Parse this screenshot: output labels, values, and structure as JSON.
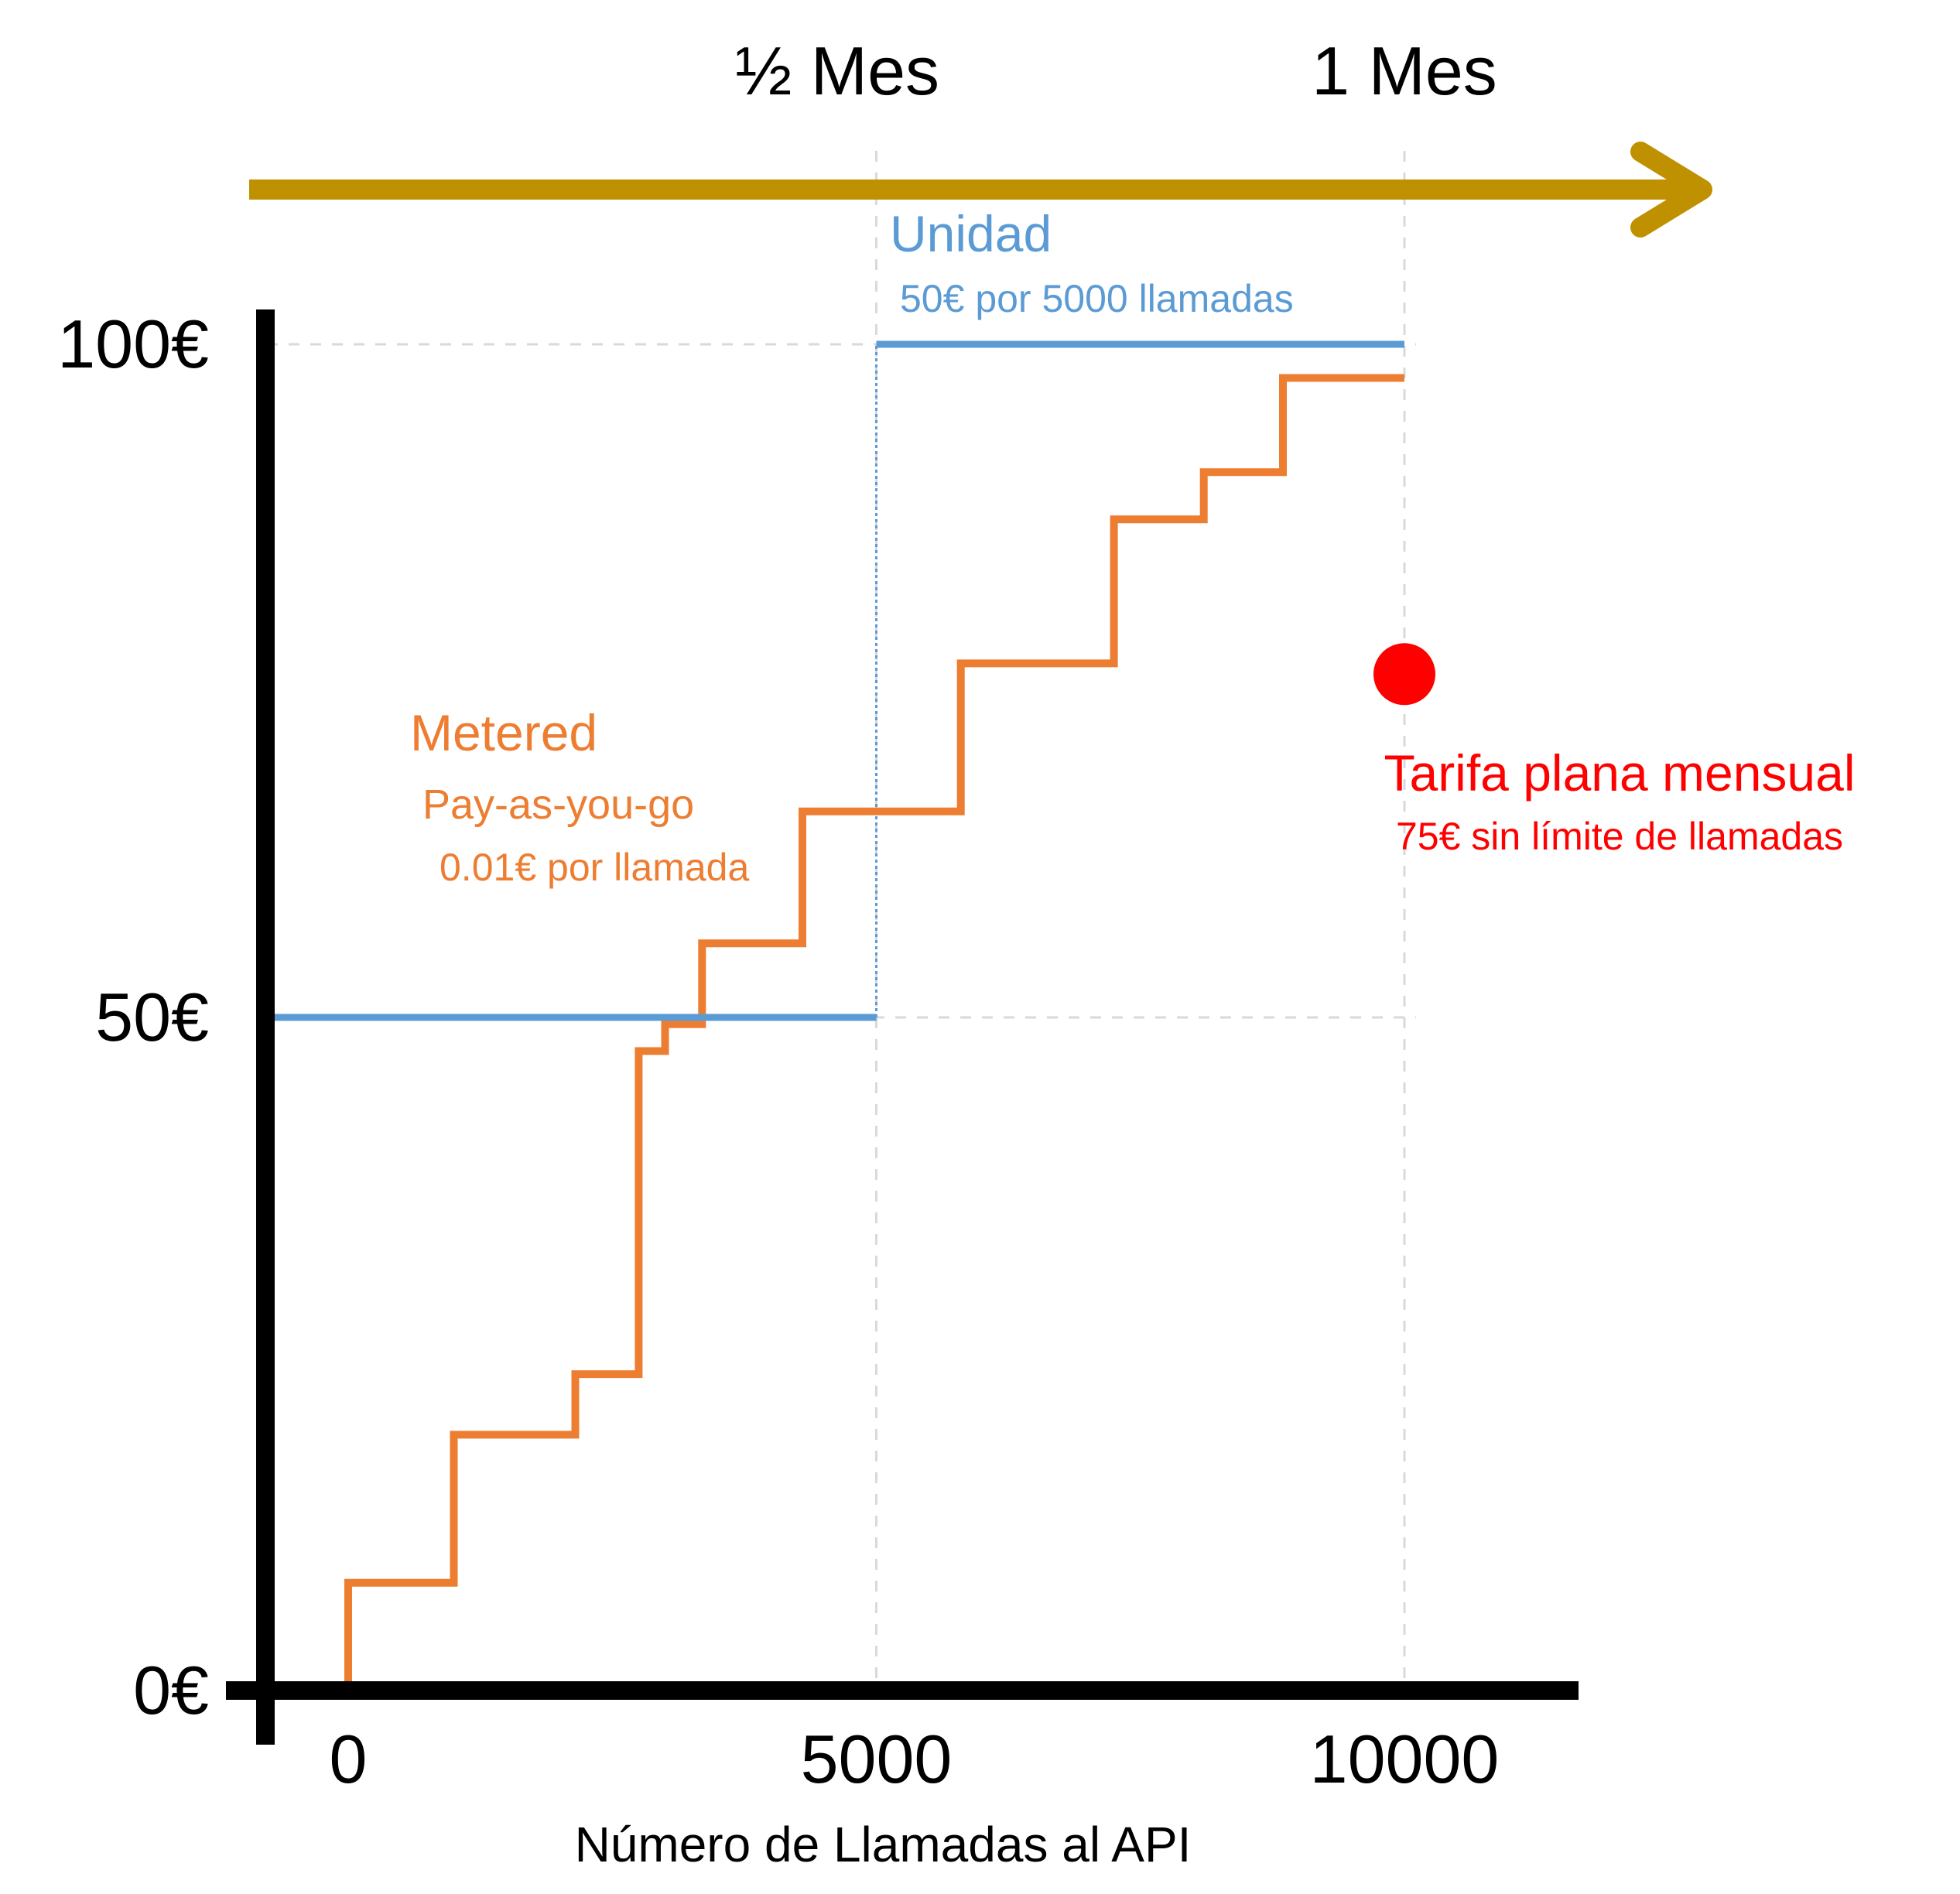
{
  "chart_data": {
    "type": "line",
    "xlabel": "Número de Llamadas al API",
    "ylabel": "",
    "xlim": [
      -1500,
      12000
    ],
    "ylim": [
      0,
      100
    ],
    "x_ticks": [
      {
        "value": 0,
        "label": "0"
      },
      {
        "value": 5000,
        "label": "5000"
      },
      {
        "value": 10000,
        "label": "10000"
      }
    ],
    "y_ticks": [
      {
        "value": 0,
        "label": "0€"
      },
      {
        "value": 50,
        "label": "50€"
      },
      {
        "value": 100,
        "label": "100€"
      }
    ],
    "time_axis": {
      "ticks": [
        {
          "value": 5000,
          "label": "½ Mes"
        },
        {
          "value": 10000,
          "label": "1 Mes"
        }
      ]
    },
    "grid": "dashed at 5000 and 10000 calls, 50€ and 100€",
    "series": [
      {
        "name": "Metered",
        "subtitle": "Pay-as-you-go",
        "detail": "0.01€ por llamada",
        "color": "#ED7D31",
        "step": true,
        "points": [
          [
            0,
            0
          ],
          [
            0,
            8
          ],
          [
            1000,
            8
          ],
          [
            1000,
            19
          ],
          [
            2150,
            19
          ],
          [
            2150,
            23.5
          ],
          [
            2750,
            23.5
          ],
          [
            2750,
            47.5
          ],
          [
            3000,
            47.5
          ],
          [
            3000,
            49.5
          ],
          [
            3350,
            49.5
          ],
          [
            3350,
            55.5
          ],
          [
            4300,
            55.5
          ],
          [
            4300,
            65.3
          ],
          [
            5800,
            65.3
          ],
          [
            5800,
            76.3
          ],
          [
            7250,
            76.3
          ],
          [
            7250,
            87
          ],
          [
            8100,
            87
          ],
          [
            8100,
            90.5
          ],
          [
            8850,
            90.5
          ],
          [
            8850,
            97.5
          ],
          [
            10000,
            97.5
          ]
        ]
      },
      {
        "name": "Unidad",
        "detail": "50€ por 5000 llamadas",
        "color": "#5B9BD5",
        "step": true,
        "points": [
          [
            -650,
            50
          ],
          [
            5000,
            50
          ],
          [
            5000,
            100
          ],
          [
            10000,
            100
          ]
        ]
      },
      {
        "name": "Tarifa plana mensual",
        "detail": "75€ sin límite de llamadas",
        "color": "#FF0000",
        "points": [
          [
            10000,
            75.5
          ]
        ]
      }
    ]
  }
}
